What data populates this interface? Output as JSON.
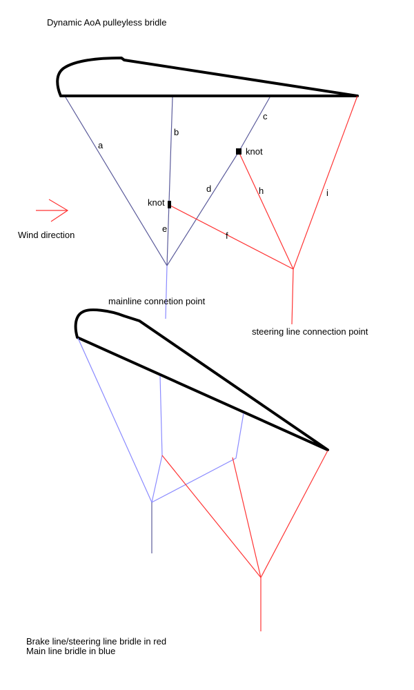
{
  "title": "Dynamic AoA pulleyless bridle",
  "top_diagram": {
    "line_labels": [
      "a",
      "b",
      "c",
      "d",
      "e",
      "f",
      "h",
      "i"
    ],
    "knot_label_upper": "knot",
    "knot_label_lower": "knot",
    "wind_label": "Wind direction",
    "mainline_label": "mainline connetion point",
    "steering_label": "steering line connection point"
  },
  "legend": {
    "red_line": "Brake line/steering line bridle in red",
    "blue_line": "Main line bridle in blue"
  },
  "colors": {
    "main": "#8a8aff",
    "steering": "#ff3333",
    "wing": "#000000"
  }
}
